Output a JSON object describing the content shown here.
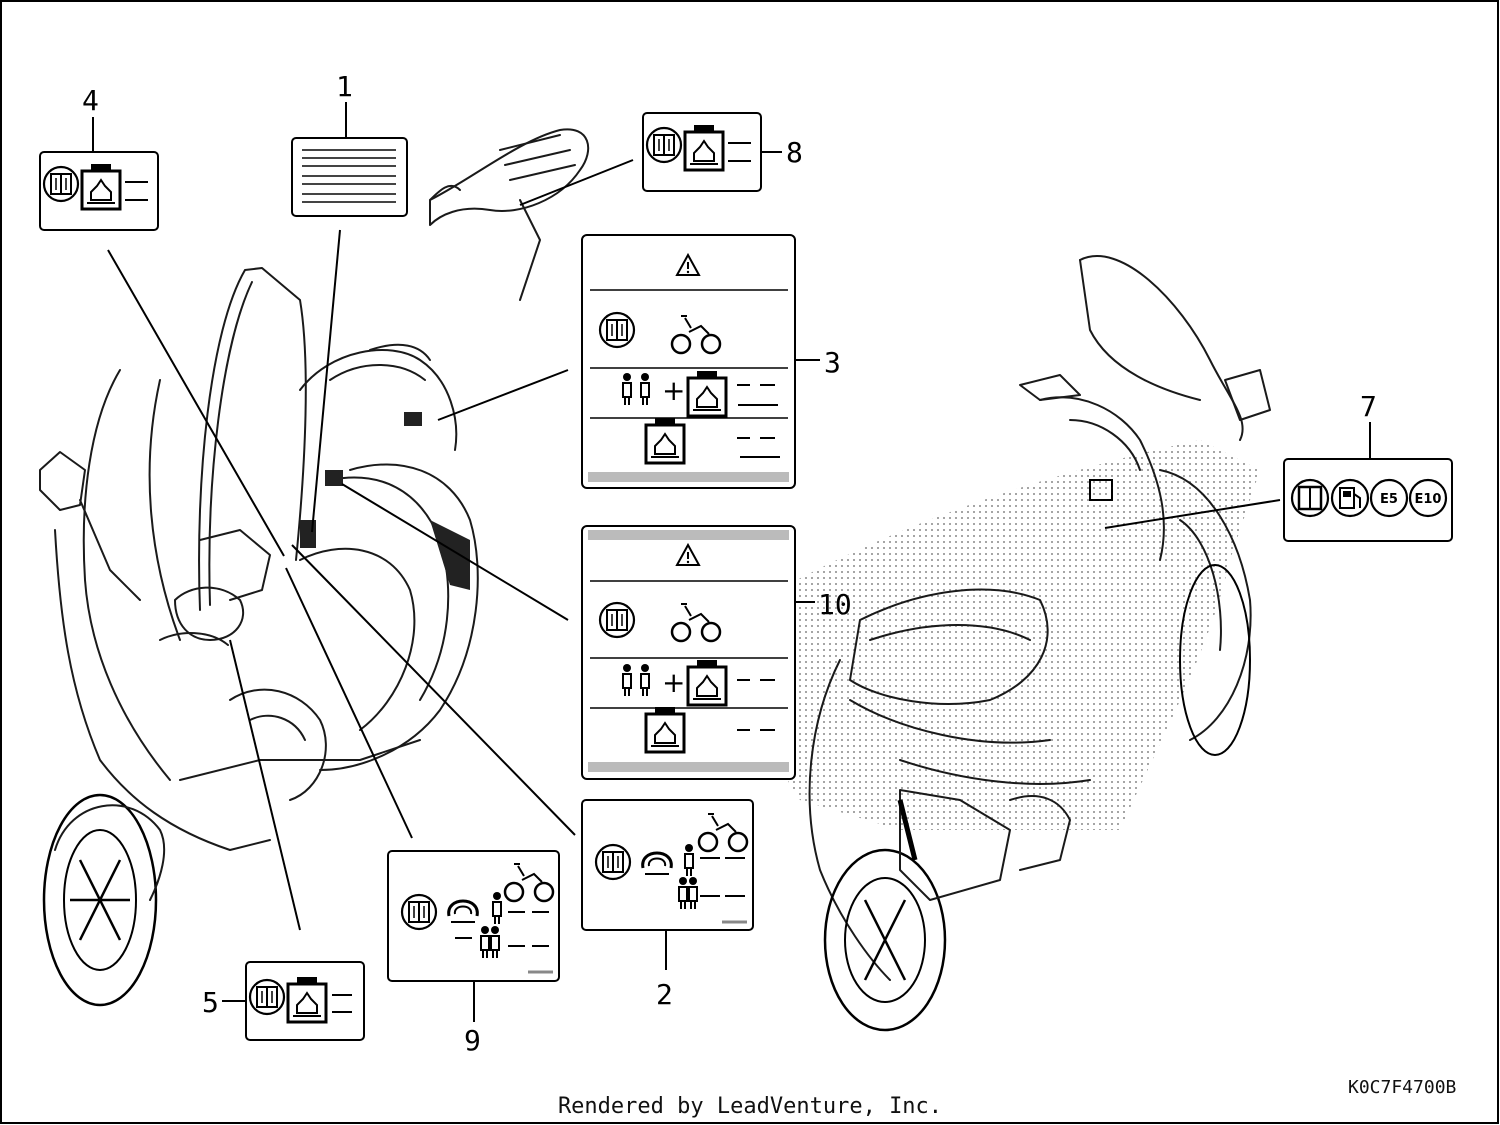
{
  "diagram": {
    "callouts": {
      "c1": "1",
      "c2": "2",
      "c3": "3",
      "c4": "4",
      "c5": "5",
      "c7": "7",
      "c8": "8",
      "c9": "9",
      "c10": "10"
    },
    "fuel_icons": {
      "e5": "E5",
      "e10": "E10"
    },
    "part_code": "K0C7F4700B",
    "footer": "Rendered by LeadVenture, Inc."
  }
}
